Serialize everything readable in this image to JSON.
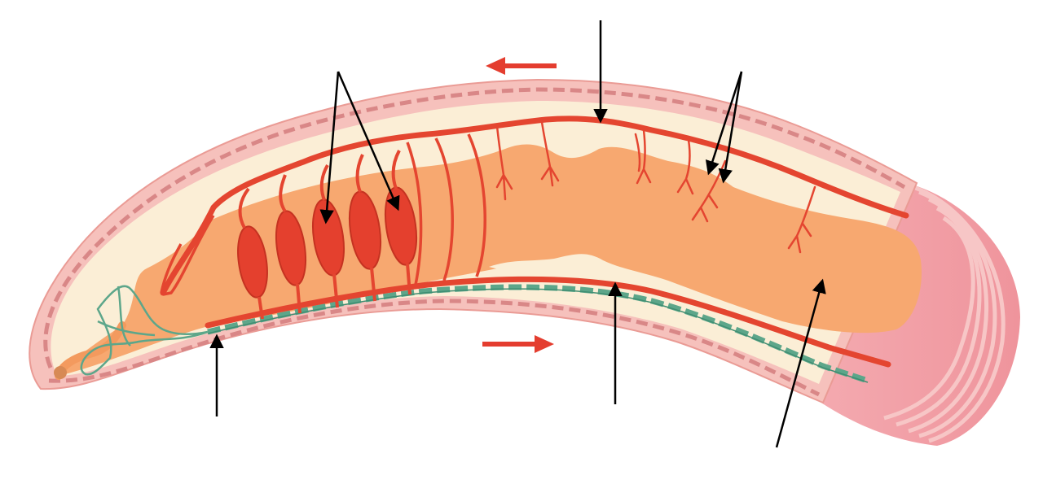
{
  "diagram": {
    "subject": "earthworm-circulatory-system",
    "labels": [],
    "colors": {
      "body_wall": "#f6b8b3",
      "body_wall_stroke": "#e89590",
      "segment_dash": "#d98080",
      "coelom": "#fbecd2",
      "gut": "#f7a86f",
      "gut_light": "#f9b883",
      "vessel": "#e64632",
      "heart": "#e4402e",
      "nerve_cord": "#5fa88c",
      "ring_dark": "#f19aa0",
      "ring_light": "#f7c2c2",
      "arrow": "#000000",
      "flow_arrow": "#e43d2f"
    },
    "pointers": [
      {
        "name": "hearts-pointer"
      },
      {
        "name": "dorsal-vessel-pointer"
      },
      {
        "name": "capillaries-pointer"
      },
      {
        "name": "nerve-cord-pointer"
      },
      {
        "name": "ventral-vessel-pointer"
      },
      {
        "name": "gut-pointer"
      }
    ],
    "flow_arrows": [
      {
        "name": "dorsal-flow-arrow",
        "direction": "left"
      },
      {
        "name": "ventral-flow-arrow",
        "direction": "right"
      }
    ]
  }
}
